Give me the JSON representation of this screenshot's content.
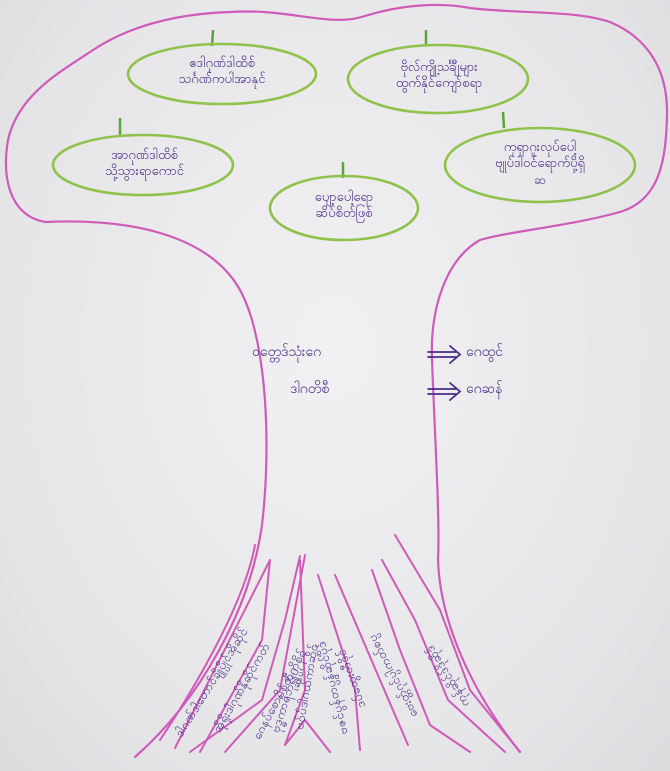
{
  "colors": {
    "canopy_outline": "#cf5bb8",
    "fruit_outline": "#8fc24a",
    "stem": "#5aa63a",
    "ink": "#4a2a86",
    "paper": "#eeedf0"
  },
  "fruits": [
    {
      "line1": "ဧဒါဂုဏ်ဒါထိစ်",
      "line2": "သင်္ဂဏ်ကပါအာနုင်"
    },
    {
      "line1": "ဗိုလ်ကျို့သင်္ချီများ",
      "line2": "ထွက်နိုင်ကျော်စရာ"
    },
    {
      "line1": "အာဂုဏ်ဒါထိစ်",
      "line2": "သို့သွားရာကောင်"
    },
    {
      "line1": "ကုရှာဂူးလုပ်ပေါ့",
      "line2": "ဗျုပ်ဒါဝင်ရောက်ပို့ရှိ"
    },
    {
      "line1": "ပျော့ပေါ့ရော",
      "line2": "ဆိပ်စိတ်ဖြစ်"
    }
  ],
  "fruit_extra": "ဆ",
  "trunk": {
    "left1": "ဝတ္တေဒ်သုံးဂေ",
    "right1": "ဂေထွင်",
    "left2": "ဒါဂတိစီ",
    "right2": "ဂေဆန်"
  },
  "roots": [
    "ဒါဂဏ်ဒါတောင်ချိုပ္ပိုင်အိုဆိုင်",
    "အိုရိုးဒါဂုဏ်နိုဆိုင်ကတ်",
    "ဂေနပ်စောမိုစ်တီကိုစိုင်",
    "ဗုဒ္ဓကာရ်ဘုရ္ဆိုပ္ပ",
    "ဗဝ်ပ်ဒါဂယ်ကာဆိုင်",
    "ဗဇင်ပွန်တပ္ပွန်ဆိုင်ပိုဒ်",
    "ဒပ်ထွေးတီဒိုင်",
    "ဗေးတ္တ်ဂုင်ပ္ပါကတ်စပ္ပ",
    "ကုန်ဆိုင်ဒ်ဒိုဆိုဒ်"
  ]
}
